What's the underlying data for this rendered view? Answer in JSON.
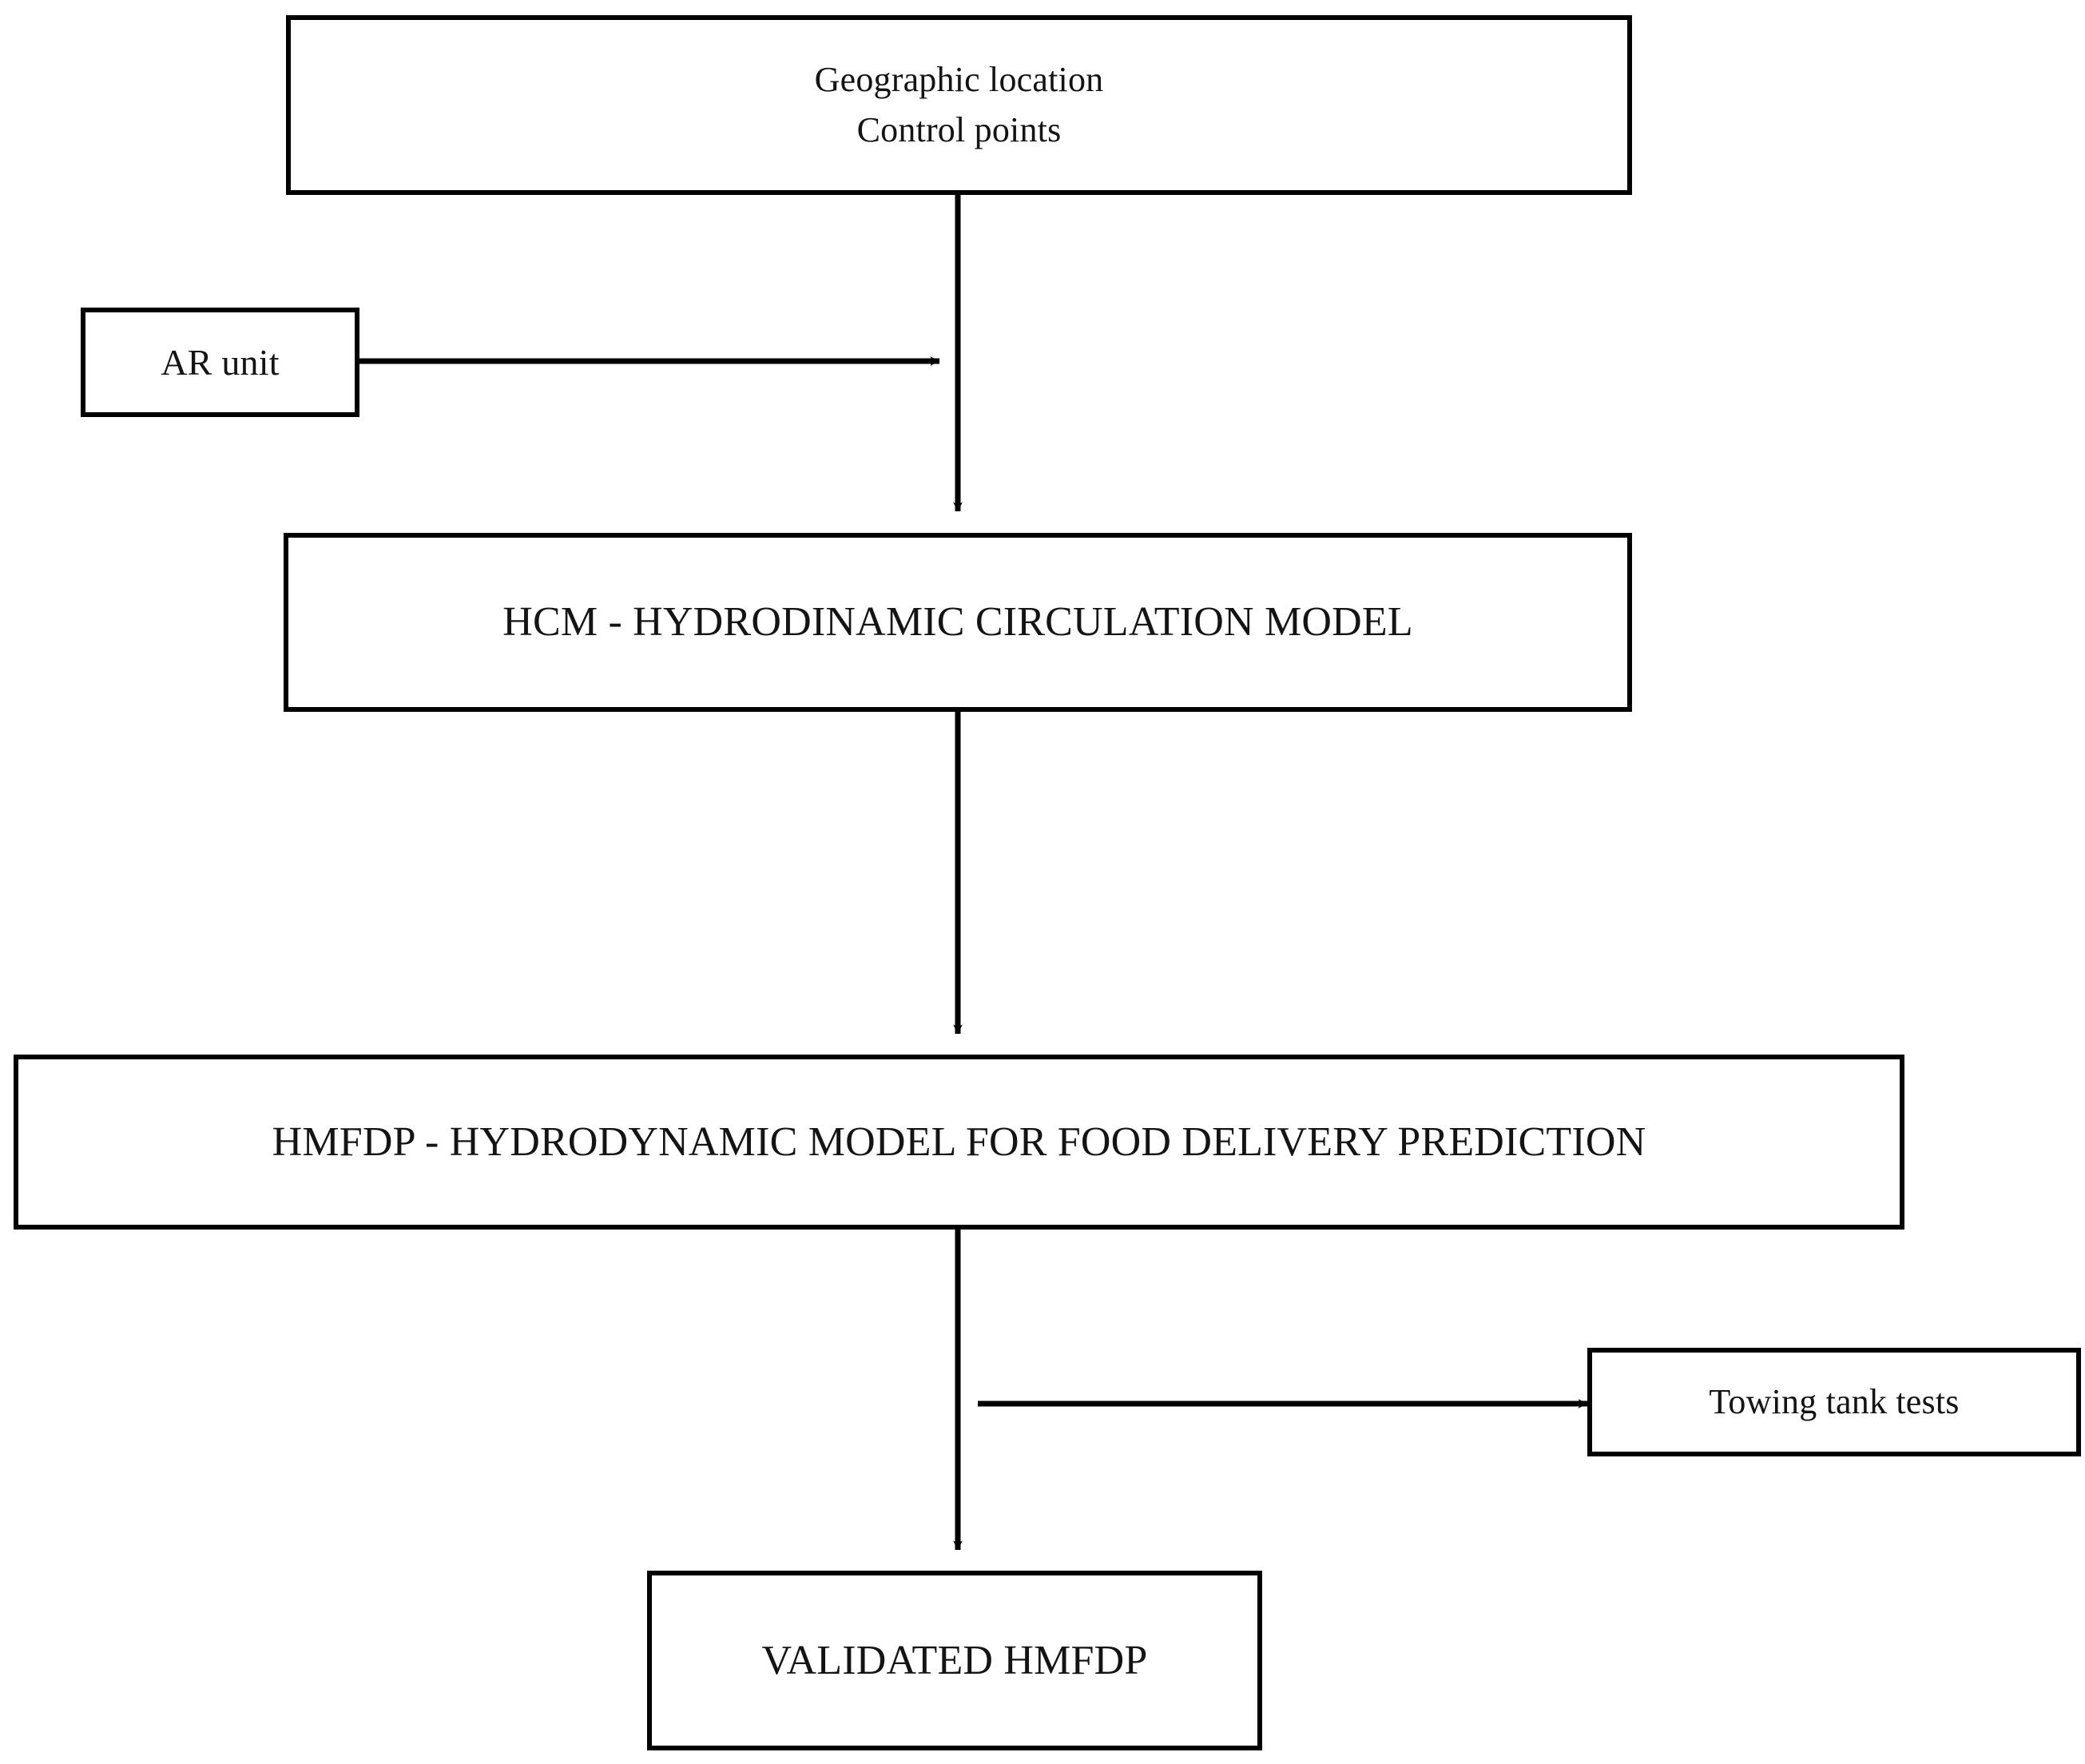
{
  "diagram": {
    "title": "HMFDP validation flowchart",
    "background_color": "#ffffff",
    "line_color": "#000000",
    "text_color": "#141414",
    "nodes": [
      {
        "id": "geographic-location",
        "label": "Geographic location\nControl points",
        "shape": "rectangle"
      },
      {
        "id": "ar-unit",
        "label": "AR unit",
        "shape": "rectangle"
      },
      {
        "id": "hcm",
        "label": "HCM - HYDRODINAMIC CIRCULATION MODEL",
        "shape": "rectangle"
      },
      {
        "id": "hmfdp",
        "label": "HMFDP - HYDRODYNAMIC MODEL FOR FOOD DELIVERY PREDICTION",
        "shape": "rectangle"
      },
      {
        "id": "towing-tank-tests",
        "label": "Towing tank tests",
        "shape": "rectangle"
      },
      {
        "id": "validated-hmfdp",
        "label": "VALIDATED HMFDP",
        "shape": "rectangle"
      }
    ],
    "edges": [
      {
        "id": "edge-geo-to-hcm",
        "from": "geographic-location",
        "to": "hcm",
        "label": "",
        "direction": "down"
      },
      {
        "id": "edge-ar-to-trunk",
        "from": "ar-unit",
        "to": "hcm",
        "label": "",
        "direction": "right"
      },
      {
        "id": "edge-hcm-to-hmfdp",
        "from": "hcm",
        "to": "hmfdp",
        "label": "",
        "direction": "down"
      },
      {
        "id": "edge-hmfdp-to-validated",
        "from": "hmfdp",
        "to": "validated-hmfdp",
        "label": "",
        "direction": "down"
      },
      {
        "id": "edge-towing-to-trunk",
        "from": "towing-tank-tests",
        "to": "validated-hmfdp",
        "label": "",
        "direction": "left"
      }
    ]
  }
}
